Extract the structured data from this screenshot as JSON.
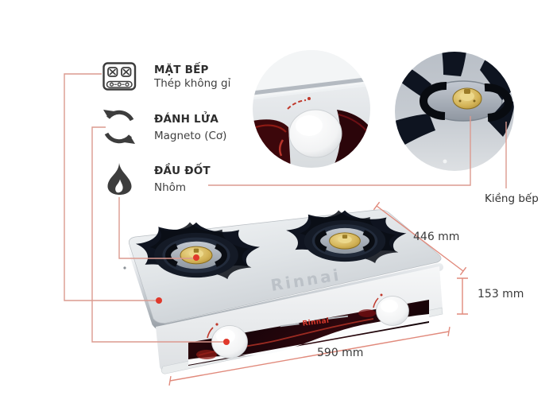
{
  "product": {
    "brand": "Rinnai",
    "etched_brand": "Rinnai"
  },
  "features": [
    {
      "icon": "stovetop-grid-icon",
      "title": "MẶT BẾP",
      "subtitle": "Thép không gỉ"
    },
    {
      "icon": "ignition-cycle-icon",
      "title": "ĐÁNH LỬA",
      "subtitle": "Magneto (Cơ)"
    },
    {
      "icon": "flame-icon",
      "title": "ĐẦU ĐỐT",
      "subtitle": "Nhôm"
    }
  ],
  "callouts": [
    {
      "name": "control-knob-closeup"
    },
    {
      "name": "burner-trivet-closeup",
      "label": "Kiềng bếp"
    }
  ],
  "dimensions": {
    "depth_label": "446 mm",
    "height_label": "153 mm",
    "width_label": "590 mm"
  },
  "colors": {
    "accent_red": "#d4372a",
    "marker_dot": "#e0382b",
    "connector_line": "#dc9a8f",
    "dimension_line": "#e18a7c",
    "icon_dark": "#3c3c3c",
    "brass": "#c9a544",
    "glass_maroon": "#4a0b10",
    "steel_light": "#e8ebed"
  }
}
